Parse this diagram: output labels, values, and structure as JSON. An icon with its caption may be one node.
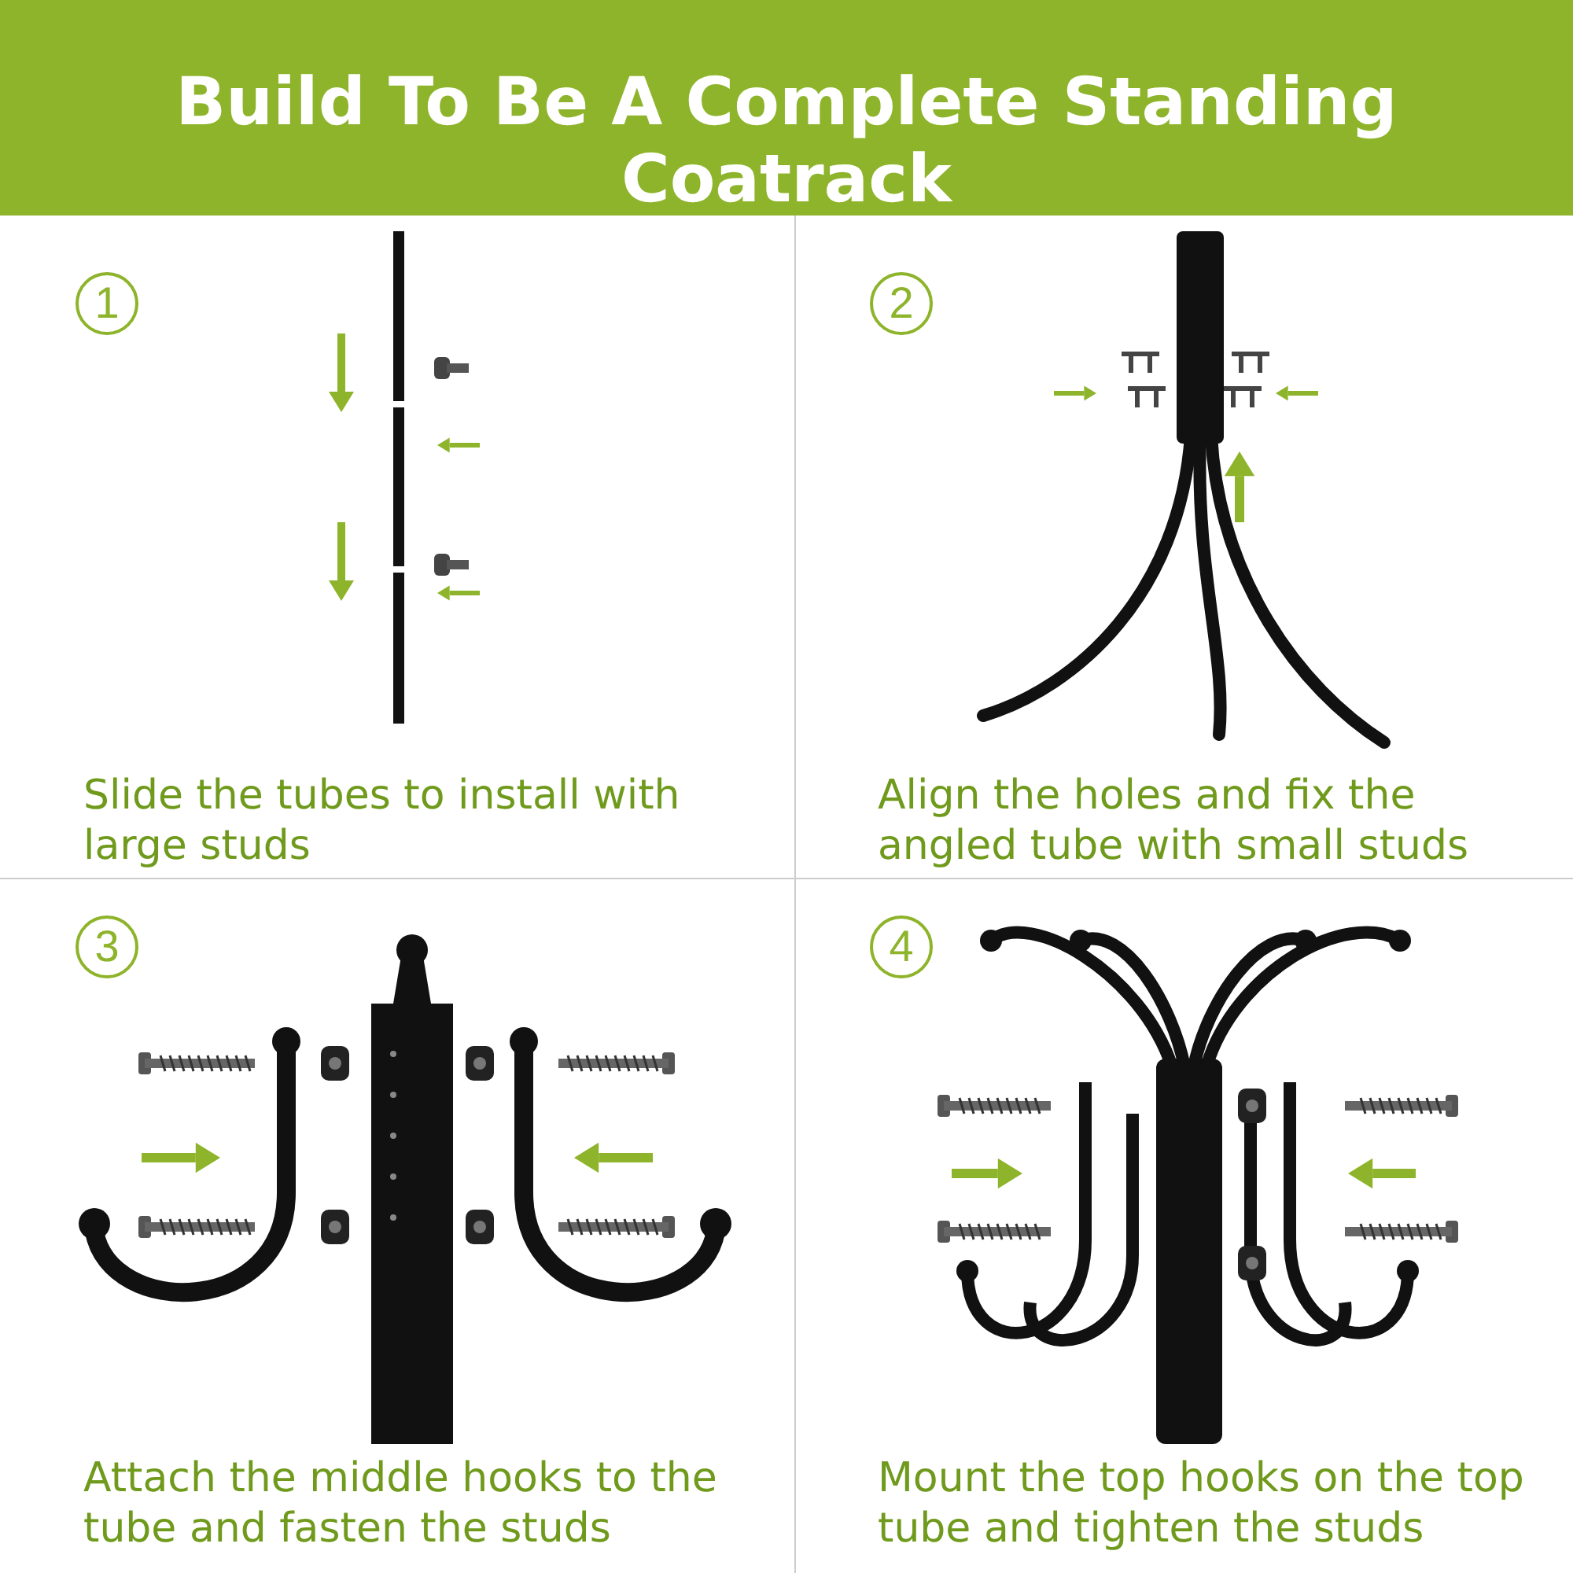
{
  "diagram": {
    "title": "Build To Be A Complete Standing Coatrack",
    "nodes": [
      {
        "text": [
          "Slide the tubes to install with large studs"
        ]
      },
      {
        "text": [
          "1"
        ],
        "in": 0
      },
      {
        "text": [
          "Align the holes and fix the angled tube with small studs"
        ]
      },
      {
        "text": [
          "2"
        ],
        "in": 2
      },
      {
        "text": [
          "Attach the middle hooks to the tube and fasten the studs"
        ]
      },
      {
        "text": [
          "3"
        ],
        "in": 4
      },
      {
        "text": [
          "Mount the top hooks on the top tube and tighten the studs"
        ]
      },
      {
        "text": [
          "4"
        ],
        "in": 6
      }
    ]
  }
}
